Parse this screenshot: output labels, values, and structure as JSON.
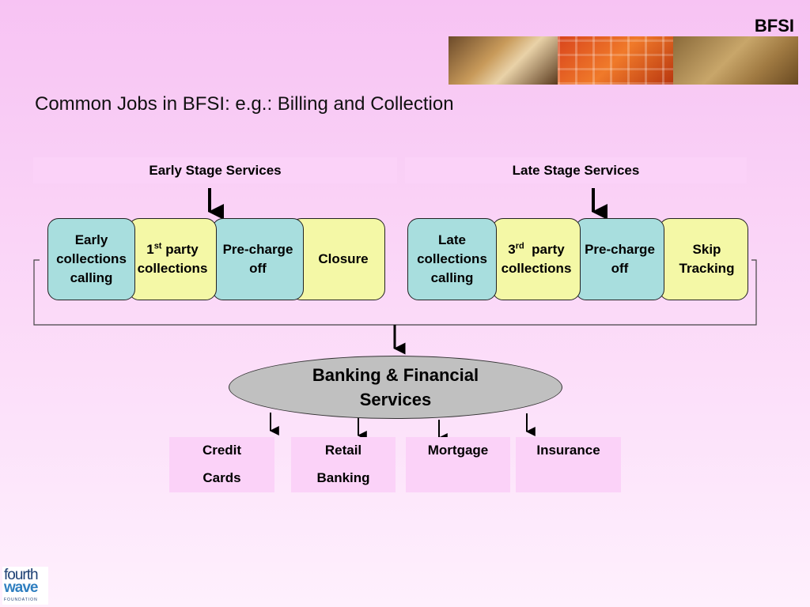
{
  "brand": "BFSI",
  "title": "Common Jobs in BFSI: e.g.: Billing and Collection",
  "early_stage": {
    "header": "Early Stage Services",
    "steps": [
      {
        "lines": [
          "Early",
          "collections",
          "calling"
        ]
      },
      {
        "num": "1",
        "sup": "st",
        "word": " party",
        "line2": "collections"
      },
      {
        "lines": [
          "Pre-charge",
          "off"
        ]
      },
      {
        "lines": [
          "Closure"
        ]
      }
    ]
  },
  "late_stage": {
    "header": "Late Stage Services",
    "steps": [
      {
        "lines": [
          "Late",
          "collections",
          "calling"
        ]
      },
      {
        "num": "3",
        "sup": "rd",
        "word": "  party",
        "line2": "collections"
      },
      {
        "lines": [
          "Pre-charge",
          "off"
        ]
      },
      {
        "lines": [
          "Skip",
          "Tracking"
        ]
      }
    ]
  },
  "hub": {
    "line1": "Banking & Financial",
    "line2": "Services"
  },
  "services": [
    {
      "line1": "Credit",
      "line2": "Cards"
    },
    {
      "line1": "Retail",
      "line2": "Banking"
    },
    {
      "line1": "Mortgage",
      "line2": ""
    },
    {
      "line1": "Insurance",
      "line2": ""
    }
  ],
  "logo": {
    "line1": "fourth",
    "line2": "wave",
    "line3": "FOUNDATION"
  },
  "colors": {
    "teal": "#a8dede",
    "yellow": "#f4f8a6",
    "pink_box": "#fbd2f8",
    "hub_gray": "#c0c0c0"
  }
}
